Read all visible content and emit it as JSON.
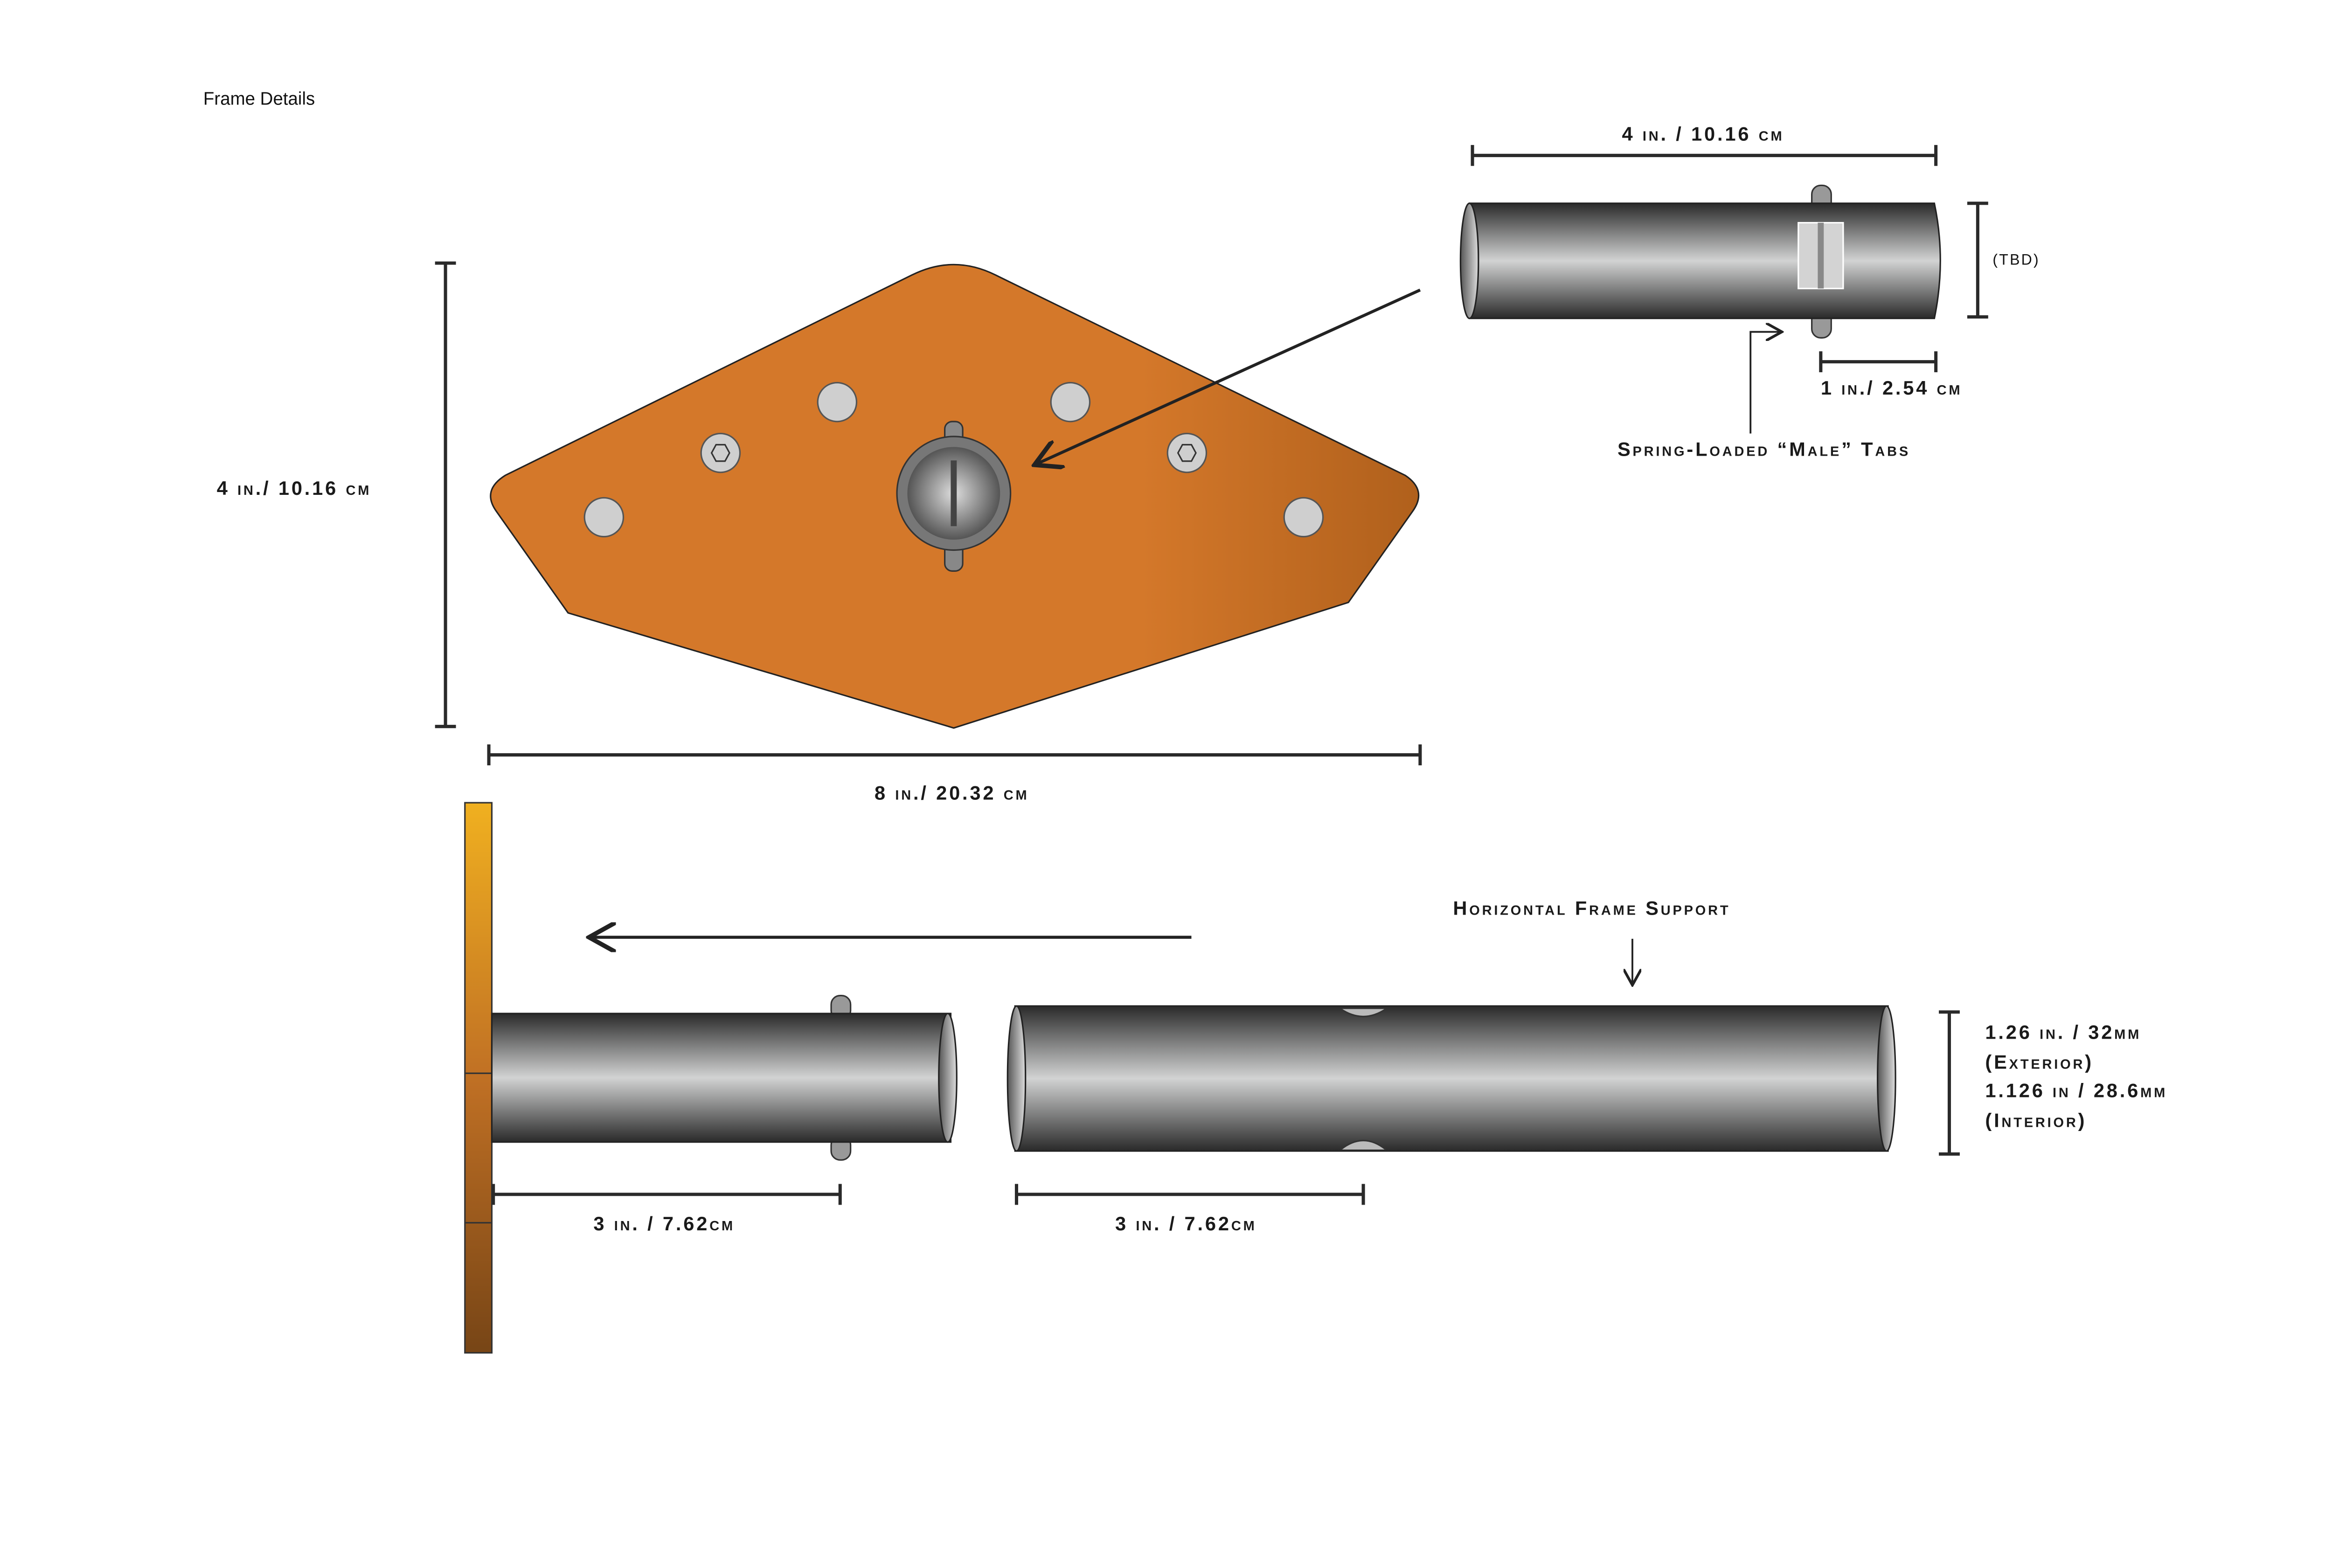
{
  "title": "Frame Details",
  "labels": {
    "plate_height": "4 in./ 10.16 cm",
    "plate_width": "8 in./ 20.32 cm",
    "male_tube_length": "4 in. / 10.16 cm",
    "male_tube_diameter": "(TBD)",
    "tab_offset": "1 in./ 2.54 cm",
    "tabs_callout": "Spring-Loaded “Male” Tabs",
    "support_callout": "Horizontal Frame Support",
    "insert_length": "3 in. / 7.62cm",
    "socket_length": "3 in. / 7.62cm",
    "exterior_dia": "1.26 in. / 32mm",
    "exterior_note": "(Exterior)",
    "interior_dia": "1.126 in / 28.6mm",
    "interior_note": "(Interior)"
  },
  "colors": {
    "plate": "#D4782A",
    "plate_dark": "#B5651F",
    "tube_dark": "#2e2e2e",
    "tube_light": "#d0d0d0",
    "post_top": "#E8A820",
    "post_bottom": "#7A4A18"
  }
}
